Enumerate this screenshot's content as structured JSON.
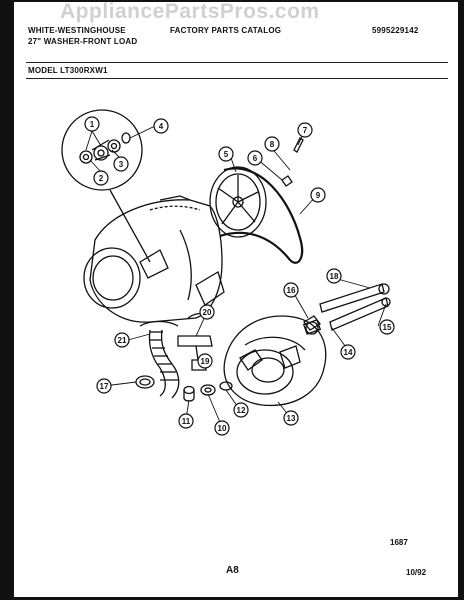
{
  "watermark": "AppliancePartsPros.com",
  "header": {
    "brand_line": "WHITE-WESTINGHOUSE",
    "product_line": "27\" WASHER-FRONT LOAD",
    "catalog_title": "FACTORY PARTS CATALOG",
    "catalog_number": "5995229142",
    "model": "MODEL LT300RXW1"
  },
  "footer": {
    "drawing_number": "1687",
    "page": "A8",
    "date": "10/92"
  },
  "callouts": [
    "1",
    "2",
    "3",
    "4",
    "5",
    "6",
    "7",
    "8",
    "9",
    "10",
    "11",
    "12",
    "13",
    "14",
    "15",
    "16",
    "17",
    "18",
    "19",
    "20",
    "21"
  ],
  "colors": {
    "ink": "#111111",
    "watermark": "#aaaaaa"
  }
}
